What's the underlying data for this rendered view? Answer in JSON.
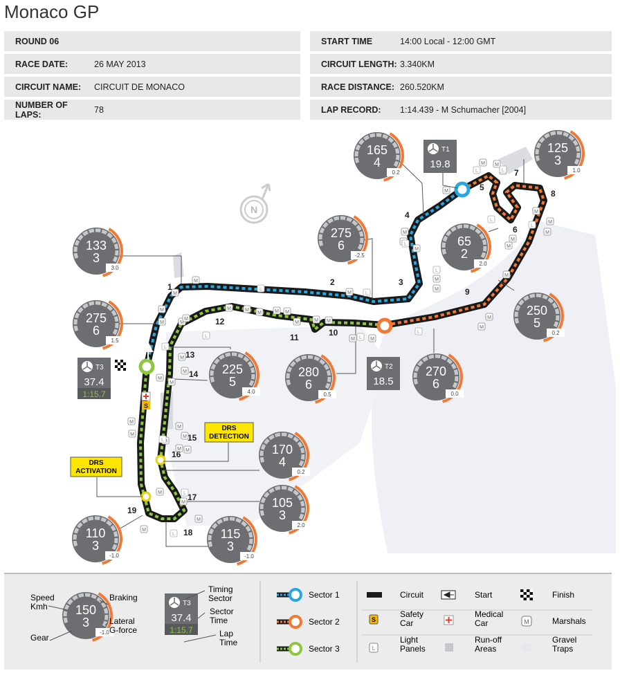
{
  "title": "Monaco GP",
  "info_left": [
    {
      "label": "ROUND 06",
      "value": ""
    },
    {
      "label": "RACE DATE:",
      "value": "26 MAY 2013"
    },
    {
      "label": "CIRCUIT NAME:",
      "value": "CIRCUIT DE MONACO"
    },
    {
      "label": "NUMBER OF LAPS:",
      "value": "78"
    }
  ],
  "info_right": [
    {
      "label": "START TIME",
      "value": "14:00 Local - 12:00 GMT"
    },
    {
      "label": "CIRCUIT LENGTH:",
      "value": "3.340KM"
    },
    {
      "label": "RACE DISTANCE:",
      "value": "260.520KM"
    },
    {
      "label": "LAP RECORD:",
      "value": "1:14.439 - M Schumacher [2004]"
    }
  ],
  "colors": {
    "sector1": "#29a8df",
    "sector2": "#f07a35",
    "sector3": "#8dc63f",
    "drs": "#ffe600",
    "gauge": "#6d6e71"
  },
  "gauges": [
    {
      "speed": "133",
      "gear": "3",
      "g": "3.0"
    },
    {
      "speed": "275",
      "gear": "6",
      "g": "1.5"
    },
    {
      "speed": "275",
      "gear": "6",
      "g": "-2.5"
    },
    {
      "speed": "165",
      "gear": "4",
      "g": "0.2"
    },
    {
      "speed": "125",
      "gear": "3",
      "g": "1.0"
    },
    {
      "speed": "65",
      "gear": "2",
      "g": "2.0"
    },
    {
      "speed": "250",
      "gear": "5",
      "g": "0.2"
    },
    {
      "speed": "270",
      "gear": "6",
      "g": "0.0"
    },
    {
      "speed": "280",
      "gear": "6",
      "g": "0.5"
    },
    {
      "speed": "225",
      "gear": "5",
      "g": "4.0"
    },
    {
      "speed": "170",
      "gear": "4",
      "g": "0.2"
    },
    {
      "speed": "105",
      "gear": "3",
      "g": "2.0"
    },
    {
      "speed": "115",
      "gear": "3",
      "g": "-1.0"
    },
    {
      "speed": "110",
      "gear": "3",
      "g": "-1.0"
    }
  ],
  "timing": [
    {
      "sector": "T1",
      "time": "19.8"
    },
    {
      "sector": "T2",
      "time": "18.5"
    },
    {
      "sector": "T3",
      "time": "37.4",
      "lap": "1:15.7"
    }
  ],
  "turns": [
    "1",
    "2",
    "3",
    "4",
    "5",
    "6",
    "7",
    "8",
    "9",
    "10",
    "11",
    "12",
    "13",
    "14",
    "15",
    "16",
    "17",
    "18",
    "19"
  ],
  "compass": "N",
  "drs": {
    "detection": "DRS DETECTION",
    "activation": "DRS ACTIVATION"
  },
  "markers": {
    "marshal": "M",
    "light": "L",
    "safety": "S"
  },
  "legend": {
    "speed": "Speed Kmh",
    "braking": "Braking",
    "lateral": "Lateral G-force",
    "gear": "Gear",
    "sample": {
      "speed": "150",
      "gear": "3",
      "g": "-1.0"
    },
    "timing_sample": {
      "sector": "T3",
      "time": "37.4",
      "lap": "1:15.7"
    },
    "timing_sector": "Timing Sector",
    "sector_time": "Sector Time",
    "lap_time": "Lap Time",
    "sector1": "Sector 1",
    "sector2": "Sector 2",
    "sector3": "Sector 3",
    "circuit": "Circuit",
    "safety_car": "Safety Car",
    "light_panels": "Light Panels",
    "start": "Start",
    "medical_car": "Medical Car",
    "runoff": "Run-off Areas",
    "finish": "Finish",
    "marshals": "Marshals",
    "gravel": "Gravel Traps"
  }
}
